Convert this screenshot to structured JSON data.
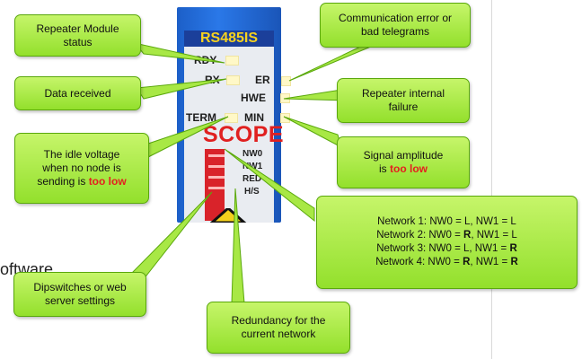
{
  "background_text": "oftware",
  "device": {
    "title": "RS485IS",
    "led_labels": {
      "rdy": "RDY",
      "rx": "RX",
      "er": "ER",
      "hwe": "HWE",
      "term": "TERM",
      "min": "MIN"
    },
    "scope_label": "SCOPE",
    "nw_labels": [
      "NW0",
      "NW1",
      "RED",
      "H/S"
    ]
  },
  "callouts": {
    "status": {
      "text": "Repeater Module status"
    },
    "comm": {
      "text": "Communication error or bad telegrams"
    },
    "data": {
      "text": "Data received"
    },
    "internal": {
      "text": "Repeater internal failure"
    },
    "idle": {
      "line1": "The idle voltage",
      "line2": "when no node is",
      "line3a": "sending is ",
      "line3b": "too low"
    },
    "signal": {
      "line1": "Signal amplitude",
      "line2a": "is ",
      "line2b": "too low"
    },
    "network": {
      "rows": [
        {
          "a": "Network 1: NW0 = L, ",
          "b": "NW1 = L",
          "bold_a": "",
          "bold_b": ""
        },
        {
          "a": "Network 2: NW0 = ",
          "bold_a": "R",
          "a2": ", NW1 = L",
          "bold_b": ""
        },
        {
          "a": "Network 3: NW0 = L, NW1 = ",
          "bold_a": "R"
        },
        {
          "a": "Network 4: NW0 = ",
          "bold_a": "R",
          "a2": ", NW1 = ",
          "bold_b": "R"
        }
      ]
    },
    "dip": {
      "text": "Dipswitches or web server settings"
    },
    "redundancy": {
      "text": "Redundancy for the current network"
    }
  }
}
